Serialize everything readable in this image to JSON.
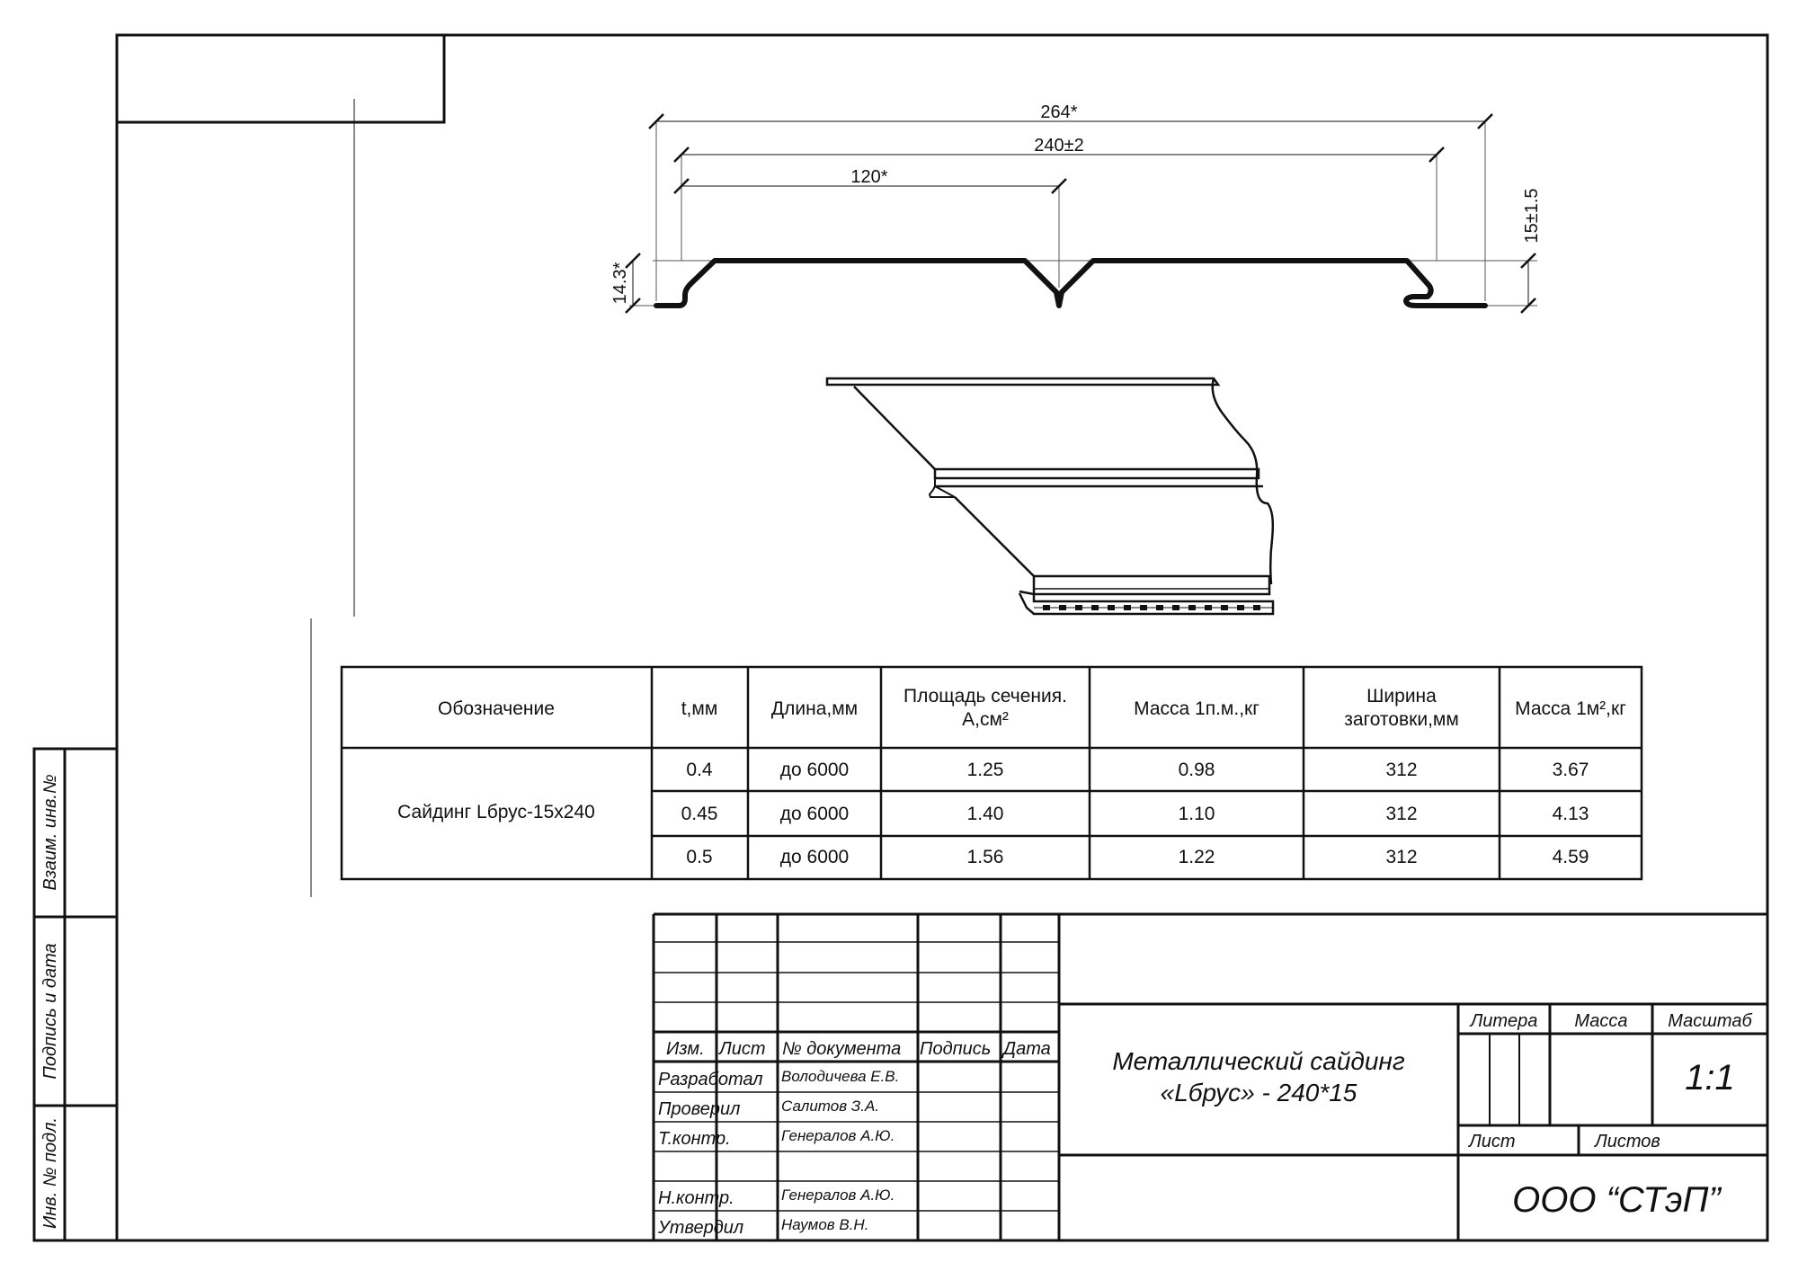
{
  "dimensions": {
    "overall_width": "264*",
    "working_width": "240±2",
    "half_width": "120*",
    "profile_height": "15±1.5",
    "edge_height": "14.3*"
  },
  "table": {
    "headers": [
      "Обозначение",
      "t,мм",
      "Длина,мм",
      [
        "Площадь сечения.",
        "А,см²"
      ],
      "Масса 1п.м.,кг",
      [
        "Ширина",
        "заготовки,мм"
      ],
      "Масса 1м²,кг"
    ],
    "designation": "Сайдинг Lбрус-15x240",
    "rows": [
      [
        "0.4",
        "до 6000",
        "1.25",
        "0.98",
        "312",
        "3.67"
      ],
      [
        "0.45",
        "до 6000",
        "1.40",
        "1.10",
        "312",
        "4.13"
      ],
      [
        "0.5",
        "до 6000",
        "1.56",
        "1.22",
        "312",
        "4.59"
      ]
    ]
  },
  "side_stamp": {
    "top": "Взаим. инв.№",
    "middle": "Подпись и дата",
    "bottom": "Инв. № подл."
  },
  "title_block": {
    "headers": [
      "Изм.",
      "Лист",
      "№ документа",
      "Подпись",
      "Дата"
    ],
    "roles": [
      {
        "role": "Разработал",
        "name": "Володичева Е.В."
      },
      {
        "role": "Проверил",
        "name": "Салитов З.А."
      },
      {
        "role": "Т.контр.",
        "name": "Генералов А.Ю."
      },
      {
        "role": "",
        "name": ""
      },
      {
        "role": "Н.контр.",
        "name": "Генералов А.Ю."
      },
      {
        "role": "Утвердил",
        "name": "Наумов В.Н."
      }
    ],
    "title_line1": "Металлический сайдинг",
    "title_line2": "«Lбрус» - 240*15",
    "litera_label": "Литера",
    "massa_label": "Масса",
    "masshtab_label": "Масштаб",
    "scale": "1:1",
    "list_label": "Лист",
    "listov_label": "Листов",
    "company": "ООО “СТэП”"
  }
}
